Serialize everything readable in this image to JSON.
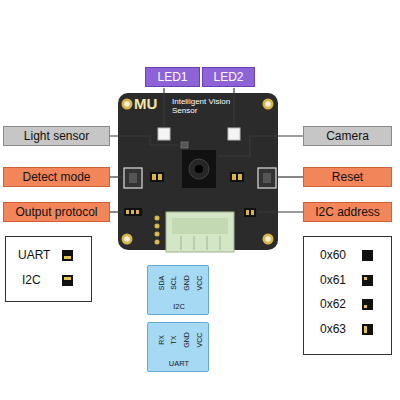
{
  "diagram": {
    "nodes": [
      {
        "text": [
          "LED1"
        ]
      },
      {
        "text": [
          "LED2"
        ]
      },
      {
        "text": [
          "Light sensor"
        ]
      },
      {
        "text": [
          "Camera"
        ]
      },
      {
        "text": [
          "Detect mode"
        ]
      },
      {
        "text": [
          "Reset"
        ]
      },
      {
        "text": [
          "Output protocol"
        ]
      },
      {
        "text": [
          "I2C address"
        ]
      },
      {
        "text": [
          "UART",
          "I2C"
        ]
      },
      {
        "text": [
          "0x60",
          "0x61",
          "0x62",
          "0x63"
        ]
      },
      {
        "text": [
          "SDA",
          "SCL",
          "GND",
          "VCC",
          "I2C"
        ]
      },
      {
        "text": [
          "RX",
          "TX",
          "GND",
          "VCC",
          "UART"
        ]
      }
    ],
    "labels": [
      "MU",
      "Intelligent Vision Sensor"
    ]
  }
}
